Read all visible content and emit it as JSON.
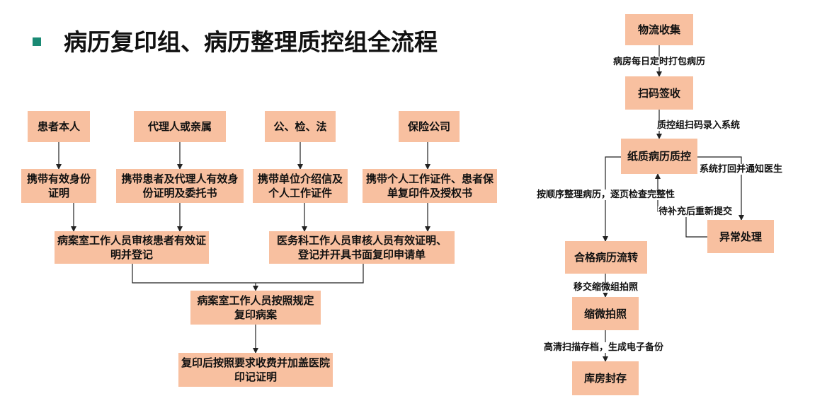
{
  "title": "病历复印组、病历整理质控组全流程",
  "left_flow": {
    "requesters": [
      "患者本人",
      "代理人或亲属",
      "公、检、法",
      "保险公司"
    ],
    "documents": [
      "携带有效身份证明",
      "携带患者及代理人有效身份证明及委托书",
      "携带单位介绍信及个人工作证件",
      "携带个人工作证件、患者保单复印件及授权书"
    ],
    "review_1": "病案室工作人员审核患者有效证明并登记",
    "review_2": "医务科工作人员审核人员有效证明、登记并开具书面复印申请单",
    "copy": "病案室工作人员按照规定复印病案",
    "finish": "复印后按照要求收费并加盖医院印记证明"
  },
  "right_flow": {
    "collect": "物流收集",
    "edge_collect": "病房每日定时打包病历",
    "scan": "扫码签收",
    "edge_scan": "质控组扫码录入系统",
    "qc": "纸质病历质控",
    "edge_abnormal": "系统打回并通知医生",
    "edge_sort": "按顺序整理病历，逐页检查完整性",
    "edge_resubmit": "待补充后重新提交",
    "abnormal": "异常处理",
    "qualified": "合格病历流转",
    "edge_micro": "移交缩微组拍照",
    "micro": "缩微拍照",
    "edge_backup": "高清扫描存档，生成电子备份",
    "storage": "库房封存"
  }
}
